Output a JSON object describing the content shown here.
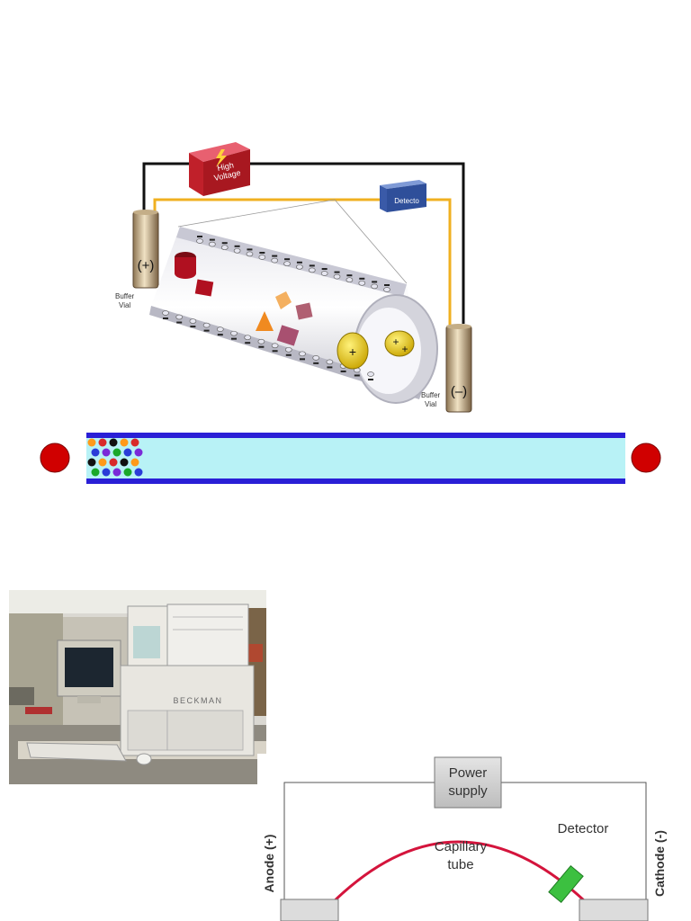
{
  "ce_diagram": {
    "high_voltage_label": "High Voltage",
    "detector_label": "Detector",
    "anode_vial_sign": "(+)",
    "cathode_vial_sign": "(–)",
    "buffer_vial_left": "Buffer Vial",
    "buffer_vial_right": "Buffer Vial",
    "colors": {
      "high_voltage": "#c0202a",
      "detector": "#3a5aa8",
      "wire_yellow": "#f0b020",
      "wire_black": "#111111"
    }
  },
  "capillary_strip": {
    "colors": {
      "tube_border": "#2a1fd6",
      "tube_fill": "#b8f2f6",
      "electrode": "#d00000"
    }
  },
  "photo": {
    "brand_text": "BECKMAN",
    "description_icon": "ce-instrument-photo"
  },
  "schematic": {
    "power_supply_label": "Power supply",
    "anode_label": "Anode (+)",
    "cathode_label": "Cathode (-)",
    "capillary_label": "Capillary tube",
    "detector_label": "Detector",
    "colors": {
      "capillary": "#d4143c",
      "detector": "#3cc040",
      "box": "#d6d6d6"
    }
  }
}
